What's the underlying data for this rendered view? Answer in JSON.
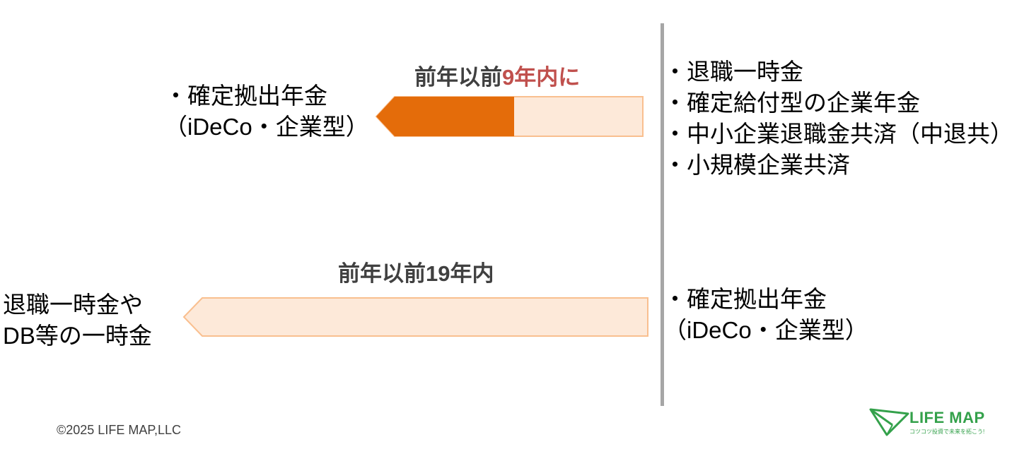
{
  "divider_color": "#a6a6a6",
  "top": {
    "label_prefix": "前年以前",
    "label_highlight": "9年内に",
    "left_lines": [
      "・確定拠出年金",
      "（iDeCo・企業型）"
    ],
    "right_lines": [
      "・退職一時金",
      "・確定給付型の企業年金",
      "・中小企業退職金共済（中退共）",
      "・小規模企業共済"
    ],
    "arrow_colors": {
      "fill_light": "#fde9d9",
      "fill_dark": "#e46c0a",
      "stroke": "#f9bf8f"
    }
  },
  "bottom": {
    "label": "前年以前19年内",
    "left_lines": [
      "退職一時金や",
      "DB等の一時金"
    ],
    "right_lines": [
      "・確定拠出年金",
      "（iDeCo・企業型）"
    ]
  },
  "footer": {
    "copyright": "©2025 LIFE MAP,LLC",
    "logo_name": "LIFE MAP",
    "logo_tagline": "コツコツ投資で未来を拓こう!",
    "logo_color": "#34a14b"
  }
}
